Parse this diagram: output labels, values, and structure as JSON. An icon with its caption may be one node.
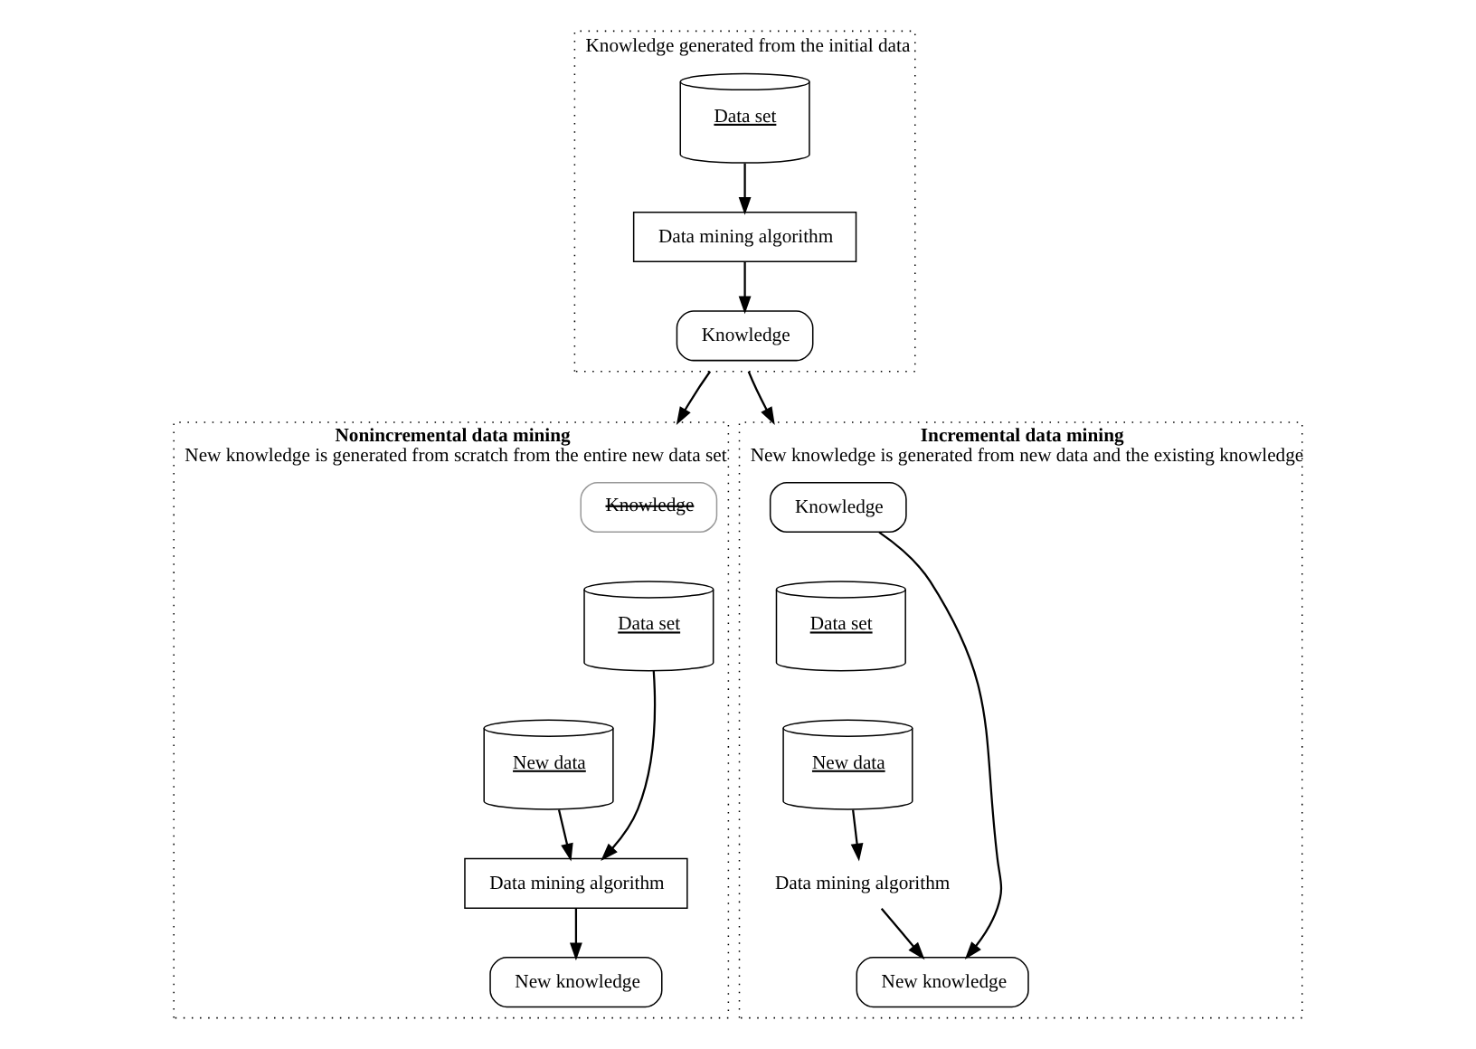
{
  "diagram": {
    "nodes": [
      {
        "text": [
          "Knowledge generated from the initial data"
        ]
      },
      {
        "text": [
          "Data set"
        ],
        "in": 0
      },
      {
        "text": [
          "Data mining algorithm"
        ],
        "in": 0
      },
      {
        "text": [
          "Knowledge"
        ],
        "in": 0
      },
      {
        "text": [
          "Nonincremental data mining",
          "New knowledge is generated from scratch from the entire new data set"
        ]
      },
      {
        "text": [
          "Knowledge"
        ],
        "in": 4
      },
      {
        "text": [
          "Data set"
        ],
        "in": 4
      },
      {
        "text": [
          "New data"
        ],
        "in": 4
      },
      {
        "text": [
          "Data mining algorithm"
        ],
        "in": 4
      },
      {
        "text": [
          "New knowledge"
        ],
        "in": 4
      },
      {
        "text": [
          "Incremental data mining",
          "New knowledge is generated from new data and the existing knowledge"
        ]
      },
      {
        "text": [
          "Knowledge"
        ],
        "in": 10
      },
      {
        "text": [
          "Data set"
        ],
        "in": 10
      },
      {
        "text": [
          "New data"
        ],
        "in": 10
      },
      {
        "text": [
          "New knowledge"
        ],
        "in": 10
      },
      {
        "text": [
          "Data mining algorithm"
        ],
        "in": 10
      }
    ],
    "edges": [
      {
        "from": 1,
        "to": 2,
        "arrow": "to"
      },
      {
        "from": 2,
        "to": 3,
        "arrow": "to"
      },
      {
        "from": 0,
        "to": 4,
        "arrow": "to"
      },
      {
        "from": 0,
        "to": 10,
        "arrow": "to"
      },
      {
        "from": 6,
        "to": 8,
        "arrow": "to"
      },
      {
        "from": 7,
        "to": 8,
        "arrow": "to"
      },
      {
        "from": 8,
        "to": 9,
        "arrow": "to"
      },
      {
        "from": 11,
        "to": 14,
        "arrow": "to"
      },
      {
        "from": 15,
        "to": 14,
        "arrow": "to"
      },
      {
        "from": 13,
        "to": 15,
        "arrow": "to"
      }
    ]
  }
}
